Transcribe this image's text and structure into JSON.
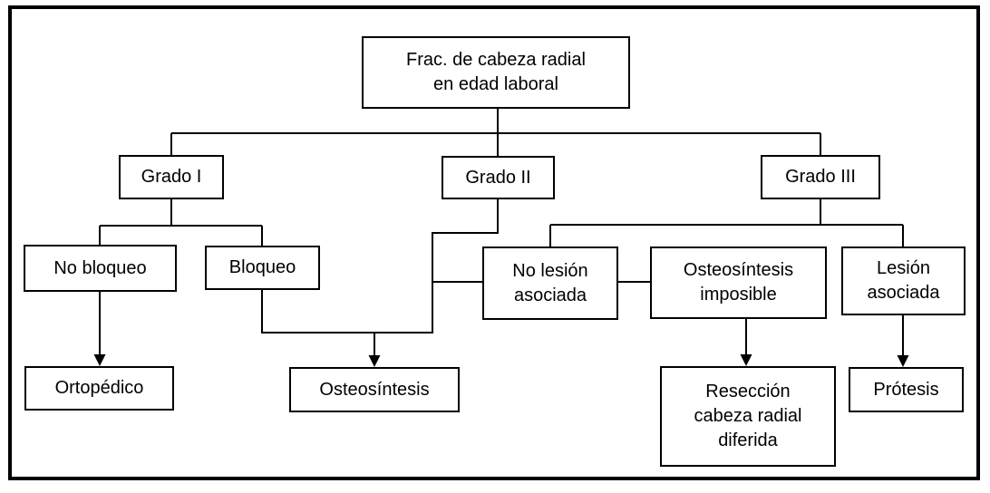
{
  "colors": {
    "background": "#ffffff",
    "line": "#000000",
    "text": "#000000",
    "node_fill": "#ffffff"
  },
  "diagram": {
    "type": "flowchart",
    "language": "es",
    "nodes": {
      "root": {
        "label": "Frac. de cabeza radial\nen edad laboral"
      },
      "grado1": {
        "label": "Grado I"
      },
      "grado2": {
        "label": "Grado II"
      },
      "grado3": {
        "label": "Grado III"
      },
      "no_bloqueo": {
        "label": "No bloqueo"
      },
      "bloqueo": {
        "label": "Bloqueo"
      },
      "ortopedico": {
        "label": "Ortopédico"
      },
      "osteosintesis": {
        "label": "Osteosíntesis"
      },
      "no_lesion": {
        "label": "No lesión\nasociada"
      },
      "osteo_imposible": {
        "label": "Osteosíntesis\nimposible"
      },
      "lesion_asociada": {
        "label": "Lesión\nasociada"
      },
      "reseccion": {
        "label": "Resección\ncabeza radial\ndiferida"
      },
      "protesis": {
        "label": "Prótesis"
      }
    },
    "edges": [
      {
        "from": "root",
        "to": "grado1",
        "arrow": false
      },
      {
        "from": "root",
        "to": "grado2",
        "arrow": false
      },
      {
        "from": "root",
        "to": "grado3",
        "arrow": false
      },
      {
        "from": "grado1",
        "to": "no_bloqueo",
        "arrow": false
      },
      {
        "from": "grado1",
        "to": "bloqueo",
        "arrow": false
      },
      {
        "from": "no_bloqueo",
        "to": "ortopedico",
        "arrow": true
      },
      {
        "from": "bloqueo",
        "to": "osteosintesis",
        "arrow": true
      },
      {
        "from": "grado2",
        "to": "osteosintesis",
        "arrow": true
      },
      {
        "from": "grado2",
        "to": "no_lesion",
        "arrow": false
      },
      {
        "from": "grado3",
        "to": "no_lesion",
        "arrow": false
      },
      {
        "from": "grado3",
        "to": "lesion_asociada",
        "arrow": false
      },
      {
        "from": "no_lesion",
        "to": "osteo_imposible",
        "arrow": false
      },
      {
        "from": "osteo_imposible",
        "to": "reseccion",
        "arrow": true
      },
      {
        "from": "lesion_asociada",
        "to": "protesis",
        "arrow": true
      }
    ]
  }
}
